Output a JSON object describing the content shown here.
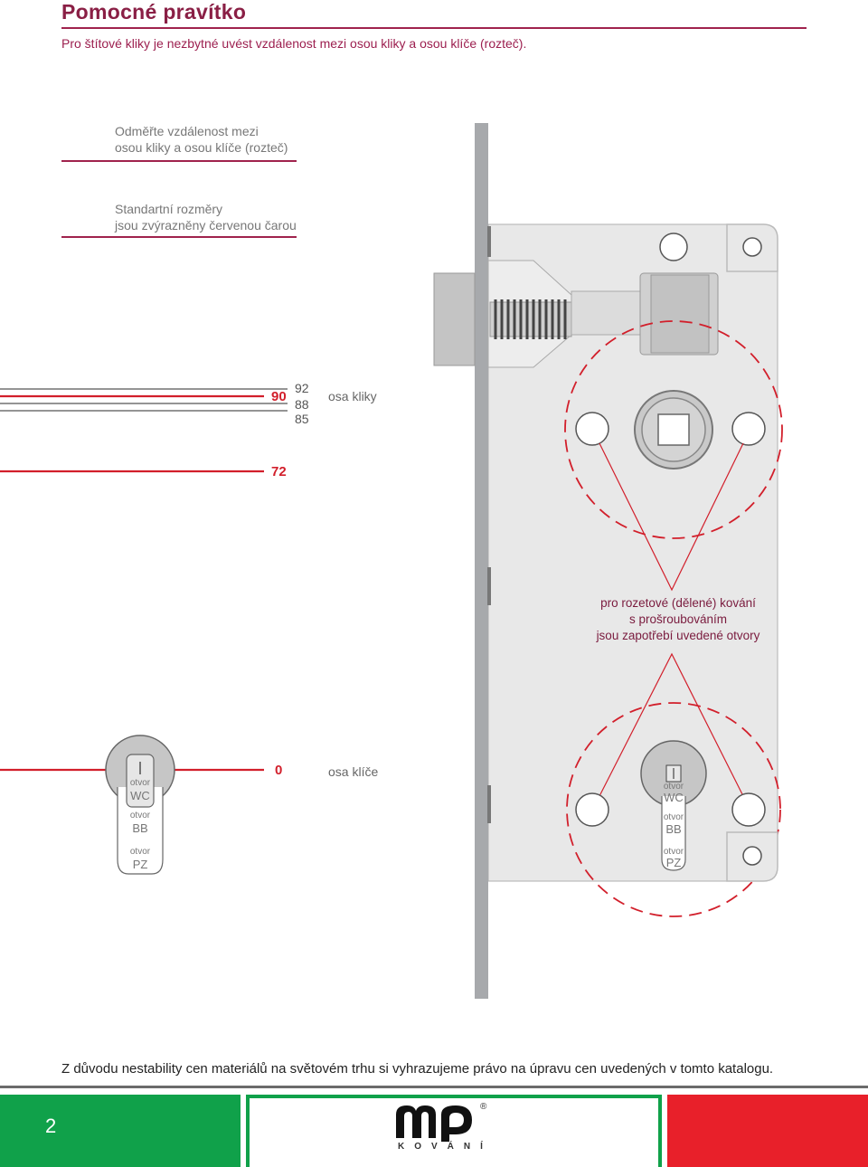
{
  "header": {
    "title": "Pomocné pravítko",
    "intro": "Pro štítové kliky je nezbytné uvést vzdálenost mezi osou kliky a osou klíče (rozteč)."
  },
  "notes": {
    "measure_line1": "Odměřte vzdálenost mezi",
    "measure_line2": "osou kliky a osou klíče (rozteč)",
    "standard_line1": "Standartní rozměry",
    "standard_line2": "jsou zvýrazněny červenou čarou"
  },
  "ruler": {
    "handle_axis_label": "osa kliky",
    "key_axis_label": "osa klíče",
    "v92": "92",
    "v90": "90",
    "v88": "88",
    "v85": "85",
    "v72": "72",
    "v0": "0"
  },
  "cylinder_left": {
    "hole": "otvor",
    "wc": "WC",
    "bb": "BB",
    "pz": "PZ"
  },
  "cylinder_right": {
    "hole": "otvor",
    "wc": "WC",
    "bb": "BB",
    "pz": "PZ"
  },
  "info": {
    "line1": "pro rozetové (dělené) kování",
    "line2": "s prošroubováním",
    "line3": "jsou zapotřebí uvedené otvory"
  },
  "footer": {
    "disclaimer": "Z důvodu  nestability cen materiálů na světovém trhu si vyhrazujeme právo na úpravu cen uvedených v tomto katalogu.",
    "page_number": "2",
    "logo_text": "KOVÁNÍ",
    "logo_mark": "®"
  },
  "colors": {
    "accent_red": "#d21f2b",
    "title_burgundy": "#8a1f45",
    "plate_gray": "#e8e8e8",
    "green": "#10a14a",
    "red": "#e8202a"
  }
}
